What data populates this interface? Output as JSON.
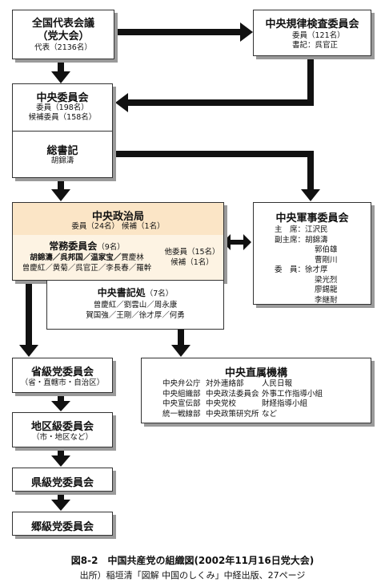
{
  "national_congress": {
    "title": "全国代表会議",
    "subtitle": "（党大会）",
    "detail": "代表（2136名）"
  },
  "discipline_commission": {
    "title": "中央規律検査委員会",
    "lines": [
      "委員（121名）",
      "書記：呉官正"
    ]
  },
  "central_committee": {
    "title": "中央委員会",
    "lines": [
      "委員（198名）",
      "候補委員（158名）"
    ]
  },
  "general_secretary": {
    "title": "総書記",
    "name": "胡錦濤"
  },
  "politburo": {
    "title": "中央政治局",
    "detail": "委員（24名） 候補（1名）"
  },
  "standing_committee": {
    "title": "常務委員会",
    "count": "（9名）",
    "line1_bold": "胡錦濤／呉邦国／温家宝／",
    "line1_rest": "賈慶林",
    "line2": "曾慶紅／黄菊／呉官正／李長春／羅幹"
  },
  "other_members": {
    "lines": [
      "他委員（15名）",
      "候補（1名）"
    ]
  },
  "secretariat": {
    "title": "中央書記処",
    "count": "（7名）",
    "lines": [
      "曾慶紅／劉雲山／周永康",
      "賀国強／王剛／徐才厚／何勇"
    ]
  },
  "military_commission": {
    "title": "中央軍事委員会",
    "rows": [
      {
        "role": "主　席：",
        "names": [
          "江沢民"
        ]
      },
      {
        "role": "副主席：",
        "names": [
          "胡錦濤",
          "郭伯雄",
          "曹剛川"
        ]
      },
      {
        "role": "委　員：",
        "names": [
          "徐才厚",
          "梁光烈",
          "廖錫龍",
          "李継耐"
        ]
      }
    ]
  },
  "provincial": {
    "title": "省級党委員会",
    "detail": "（省・直轄市・自治区）"
  },
  "regional": {
    "title": "地区級委員会",
    "detail": "（市・地区など）"
  },
  "county": {
    "title": "県級党委員会"
  },
  "township": {
    "title": "郷級党委員会"
  },
  "direct_organs": {
    "title": "中央直属機構",
    "rows": [
      [
        "中央弁公庁",
        "対外連絡部",
        "人民日報"
      ],
      [
        "中央組織部",
        "中央政法委員会",
        "外事工作指導小組"
      ],
      [
        "中央宣伝部",
        "中央党校",
        "財経指導小組"
      ],
      [
        "統一戦線部",
        "中央政策研究所",
        "など"
      ]
    ]
  },
  "caption": {
    "title": "図8-2　中国共産党の組織図(2002年11月16日党大会)",
    "source": "出所）稲垣清「図解 中国のしくみ」中経出版、27ページ"
  }
}
